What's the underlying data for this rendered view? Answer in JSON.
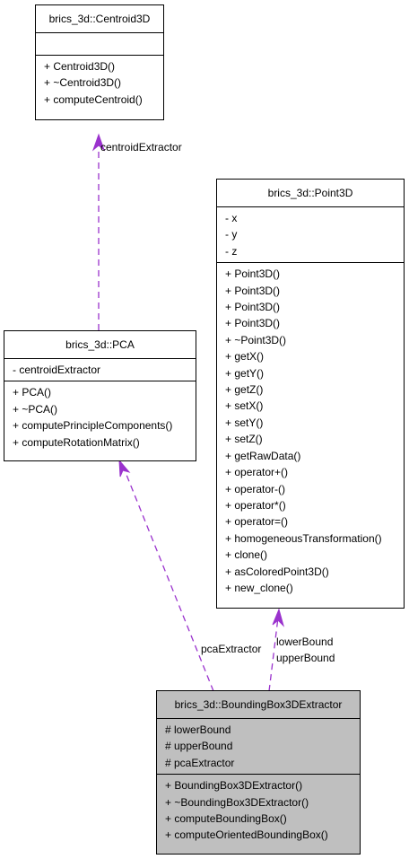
{
  "classes": {
    "centroid": {
      "name": "brics_3d::Centroid3D",
      "attributes": [],
      "methods": [
        "+ Centroid3D()",
        "+ ~Centroid3D()",
        "+ computeCentroid()"
      ]
    },
    "point": {
      "name": "brics_3d::Point3D",
      "attributes": [
        "- x",
        "- y",
        "- z"
      ],
      "methods": [
        "+ Point3D()",
        "+ Point3D()",
        "+ Point3D()",
        "+ Point3D()",
        "+ ~Point3D()",
        "+ getX()",
        "+ getY()",
        "+ getZ()",
        "+ setX()",
        "+ setY()",
        "+ setZ()",
        "+ getRawData()",
        "+ operator+()",
        "+ operator-()",
        "+ operator*()",
        "+ operator=()",
        "+ homogeneousTransformation()",
        "+ clone()",
        "+ asColoredPoint3D()",
        "+ new_clone()"
      ]
    },
    "pca": {
      "name": "brics_3d::PCA",
      "attributes": [
        "- centroidExtractor"
      ],
      "methods": [
        "+ PCA()",
        "+ ~PCA()",
        "+ computePrincipleComponents()",
        "+ computeRotationMatrix()"
      ]
    },
    "bbox": {
      "name": "brics_3d::BoundingBox3DExtractor",
      "attributes": [
        "# lowerBound",
        "# upperBound",
        "# pcaExtractor"
      ],
      "methods": [
        "+ BoundingBox3DExtractor()",
        "+ ~BoundingBox3DExtractor()",
        "+ computeBoundingBox()",
        "+ computeOrientedBoundingBox()"
      ]
    }
  },
  "edges": {
    "centroid_label": "centroidExtractor",
    "pca_label": "pcaExtractor",
    "point_label_1": "lowerBound",
    "point_label_2": "upperBound"
  },
  "colors": {
    "edge": "#9a32cd",
    "highlight": "#bfbfbf"
  }
}
